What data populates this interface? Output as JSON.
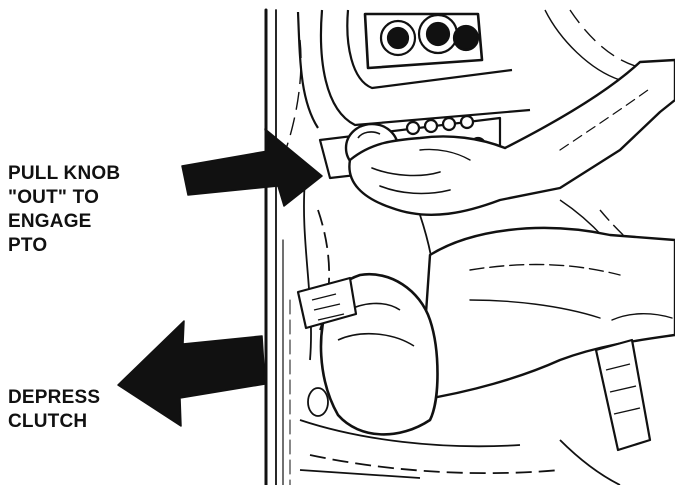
{
  "callouts": {
    "pto": {
      "lines": [
        "PULL KNOB",
        "\"OUT\" TO",
        "ENGAGE",
        "PTO"
      ]
    },
    "clutch": {
      "lines": [
        "DEPRESS",
        "CLUTCH"
      ]
    }
  },
  "colors": {
    "ink": "#111111",
    "paper": "#ffffff"
  },
  "icons": {
    "pto_arrow": "arrow-right-icon",
    "clutch_arrow": "arrow-left-icon"
  }
}
